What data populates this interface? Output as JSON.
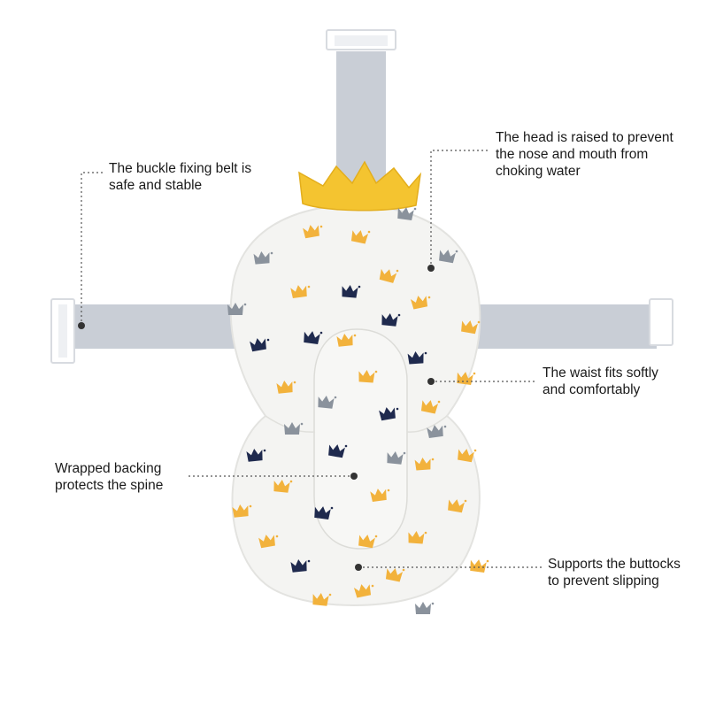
{
  "callouts": {
    "belt": {
      "line1": "The buckle fixing belt is",
      "line2": "safe and stable"
    },
    "head": {
      "line1": "The head is raised to prevent",
      "line2": "the nose and mouth from",
      "line3": "choking water"
    },
    "waist": {
      "line1": "The waist fits softly",
      "line2": "and comfortably"
    },
    "spine": {
      "line1": "Wrapped backing",
      "line2": "protects the spine"
    },
    "buttocks": {
      "line1": "Supports the buttocks",
      "line2": "to prevent slipping"
    }
  },
  "colors": {
    "background": "#ffffff",
    "strap": "#c9ced6",
    "cushion": "#f4f4f2",
    "crown": "#f4c430",
    "pattern_yellow": "#f2b23c",
    "pattern_navy": "#1f2a4e",
    "pattern_gray": "#8a929c",
    "leader_line": "#555555"
  },
  "icons": [
    "crown-icon"
  ]
}
